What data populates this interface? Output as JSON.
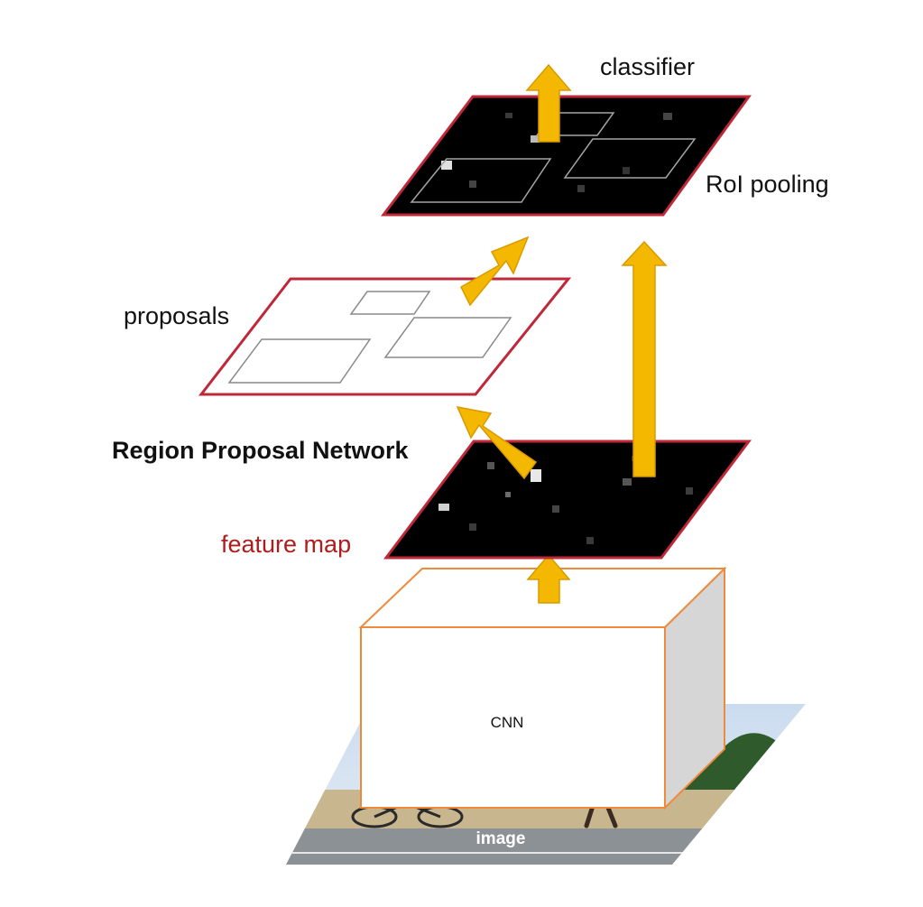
{
  "labels": {
    "classifier": "classifier",
    "roi_pooling": "RoI pooling",
    "proposals": "proposals",
    "rpn": "Region Proposal Network",
    "feature_map": "feature map",
    "cnn": "CNN",
    "image": "image"
  },
  "colors": {
    "arrow": "#f5b800",
    "arrow_stroke": "#d99a00",
    "plane_border": "#c0283a",
    "plane_fill": "#000000",
    "cnn_border": "#ed8a3c",
    "cnn_side": "#d6d6d6",
    "feature_map_label": "#b01c1c"
  }
}
